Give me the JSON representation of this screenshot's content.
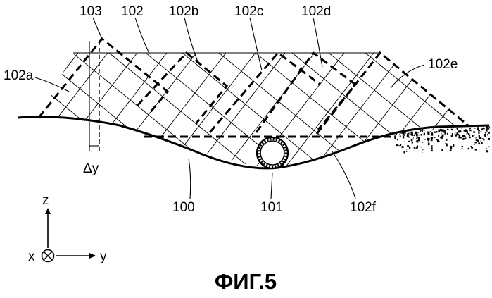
{
  "figure": {
    "caption": "ФИГ.5",
    "labels": {
      "l103": "103",
      "l102": "102",
      "l102b": "102b",
      "l102c": "102c",
      "l102d": "102d",
      "l102a": "102a",
      "l102e": "102e",
      "l102f": "102f",
      "l100": "100",
      "l101": "101",
      "dy": "Δy"
    },
    "axes": {
      "z": "z",
      "x": "x",
      "y": "y"
    }
  }
}
